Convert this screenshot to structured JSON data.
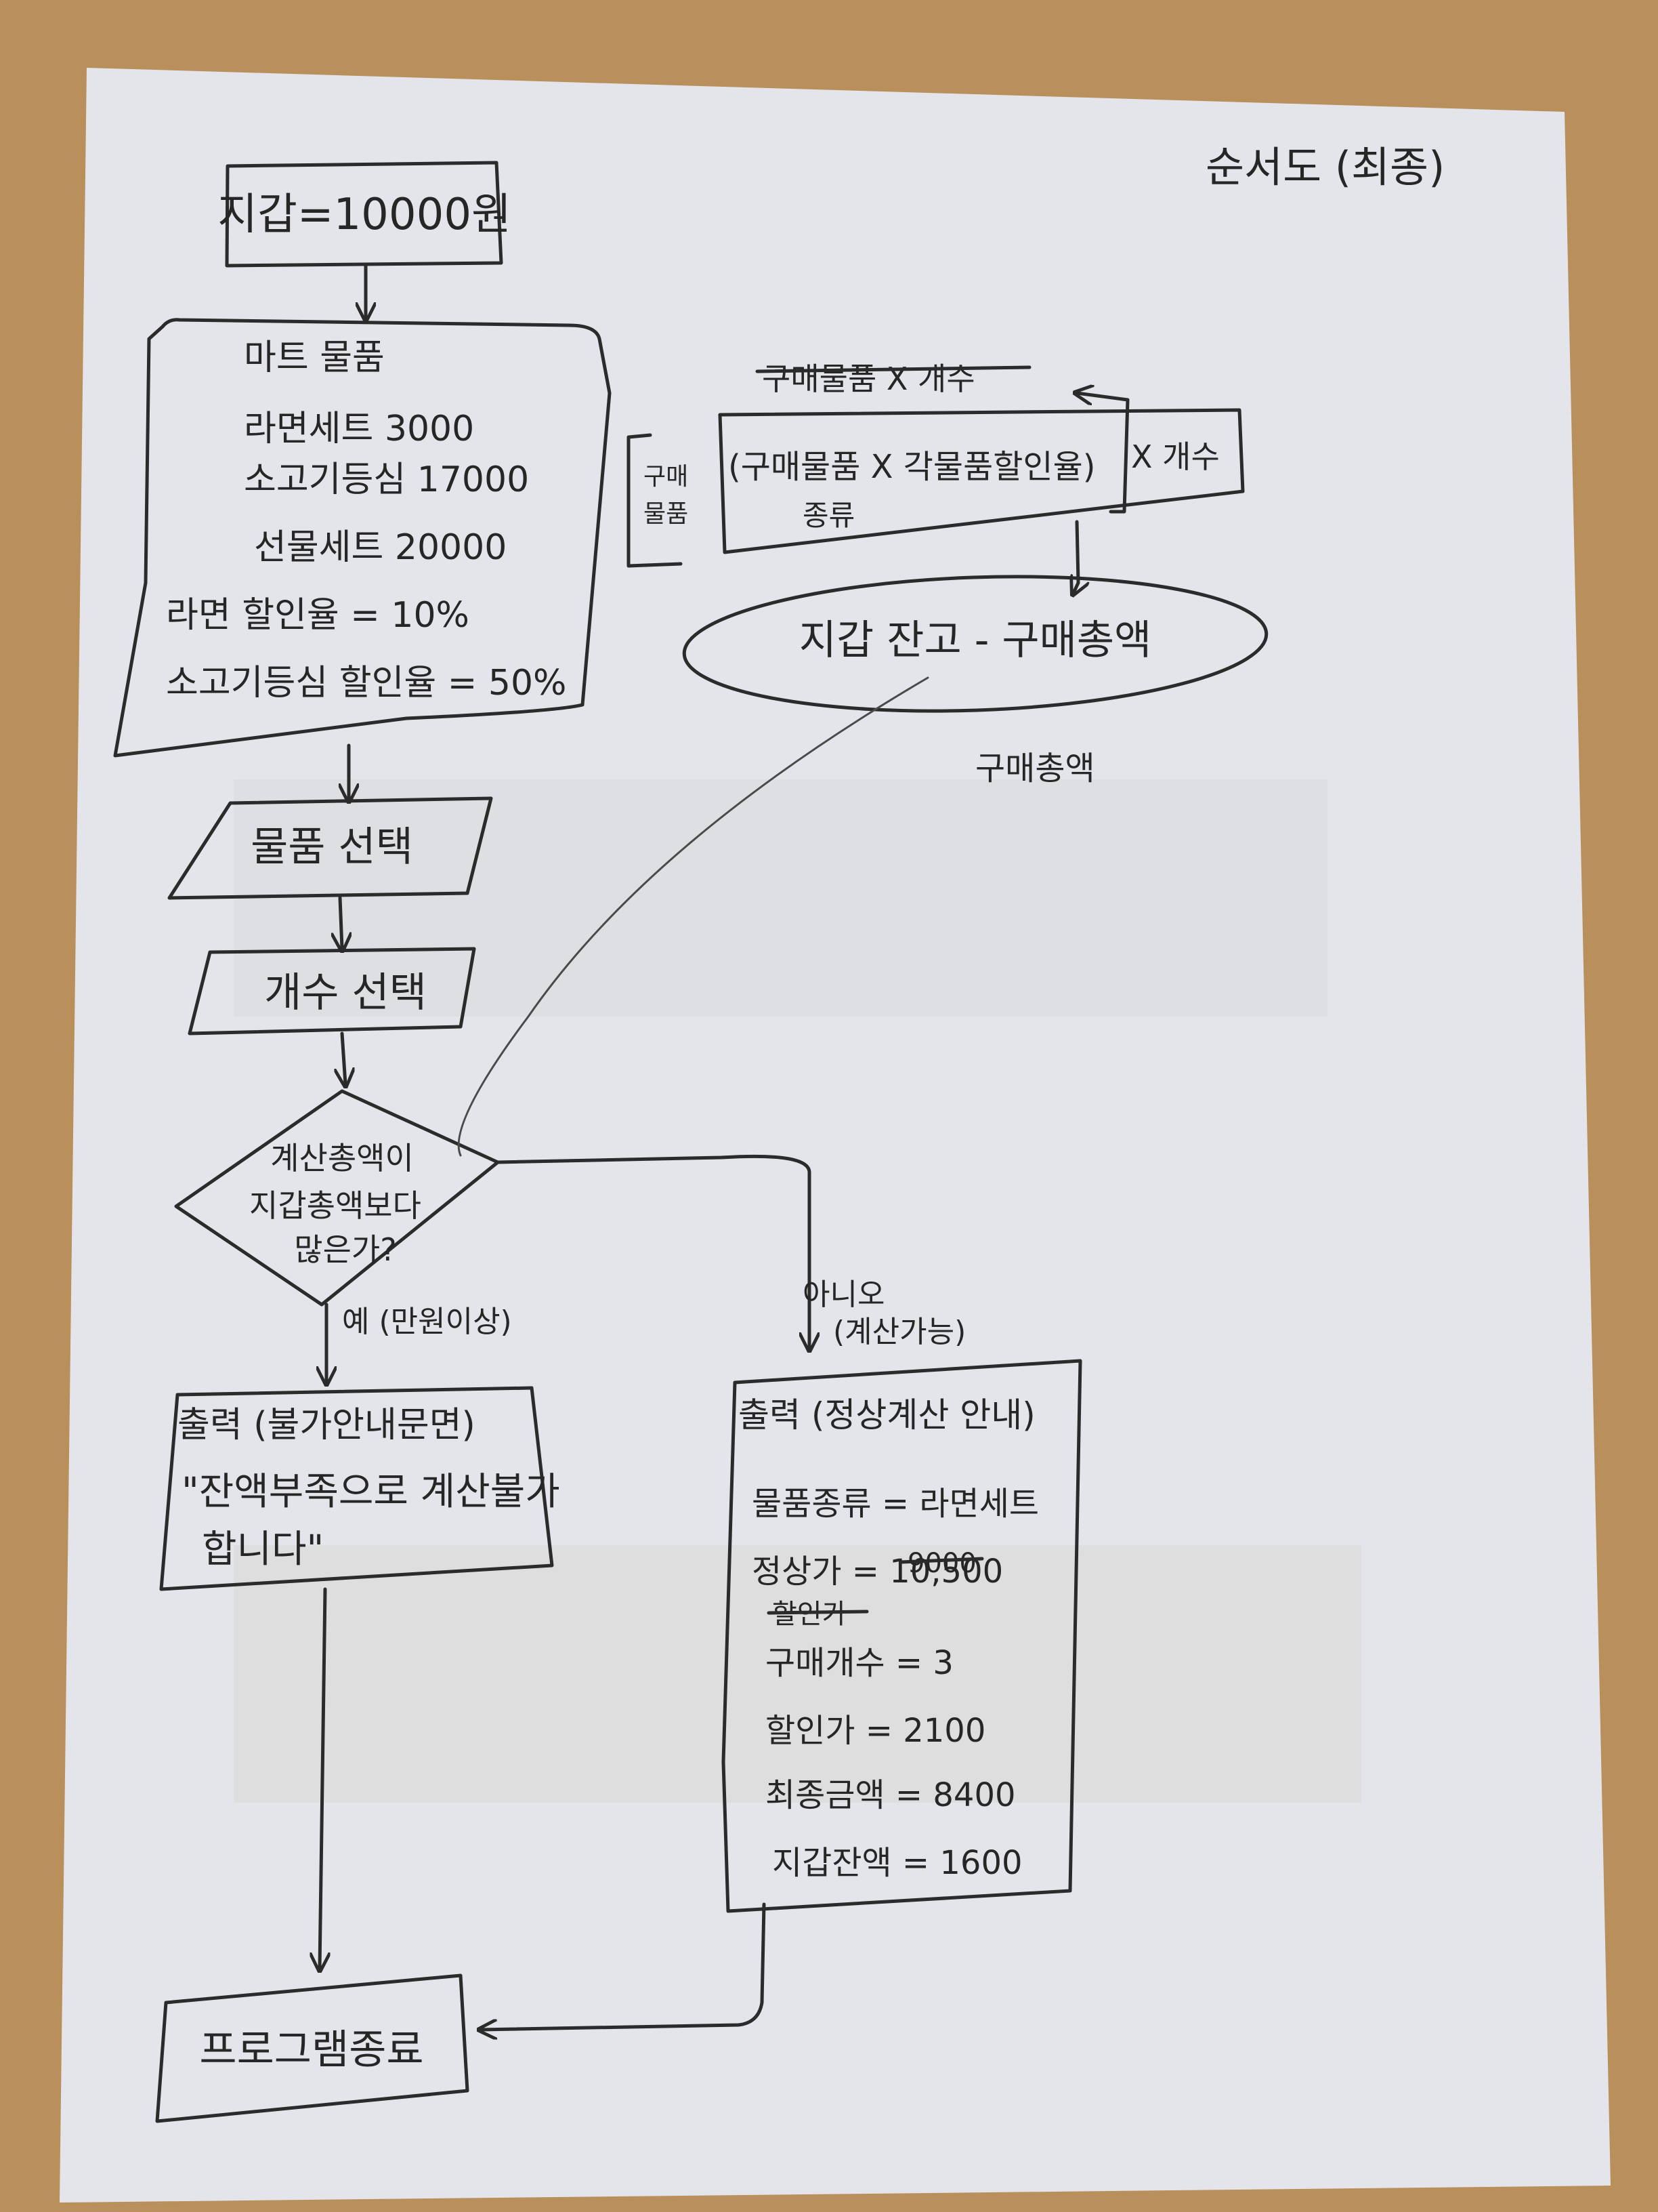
{
  "page_title": "순서도 (최종)",
  "start": {
    "label": "지갑=10000원"
  },
  "products_box": {
    "lines": [
      "마트 물품",
      "라면세트 3000",
      "소고기등심 17000",
      "선물세트 20000",
      "라면 할인율 = 10%",
      "소고기등심 할인율 = 50%"
    ]
  },
  "select_item": {
    "label": "물품 선택"
  },
  "select_count": {
    "label": "개수 선택"
  },
  "decision": {
    "lines": [
      "계산총액이",
      "지갑총액보다",
      "많은가?"
    ]
  },
  "yes_label": "예 (만원이상)",
  "no_label": {
    "lines": [
      "아니오",
      "(계산가능)"
    ]
  },
  "output_fail": {
    "title": "출력 (불가안내문면)",
    "lines": [
      "\"잔액부족으로 계산불가",
      "합니다\""
    ]
  },
  "output_ok": {
    "title": "출력 (정상계산 안내)",
    "rows": [
      "물품종류 = 라면세트",
      "정상가 = 10,500",
      "구매개수 = 3",
      "할인가 = 2100",
      "최종금액 = 8400",
      "지갑잔액 = 1600"
    ],
    "strike_row": "할인가",
    "strike_value": "9000"
  },
  "end": {
    "label": "프로그램종료"
  },
  "calc": {
    "struck_line": "구매물품 X 개수",
    "bracket_label": [
      "구매",
      "물품"
    ],
    "formula": "(구매물품 X 각물품할인율)",
    "formula_tail": "X 개수",
    "formula_sub": "종류",
    "oval_label": "지갑 잔고 - 구매총액",
    "note": "구매총액"
  }
}
